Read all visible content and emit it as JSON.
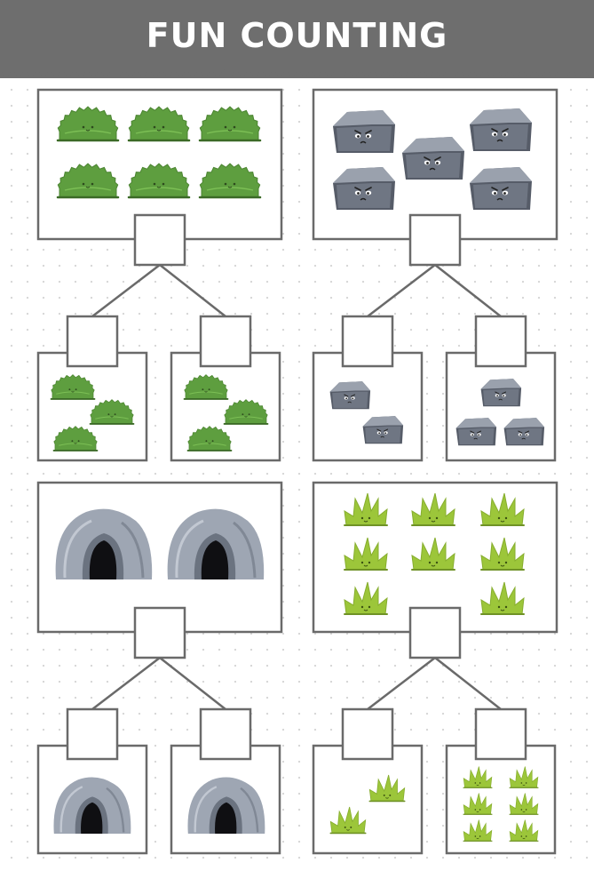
{
  "header": {
    "title": "FUN COUNTING"
  },
  "colors": {
    "banner": "#6e6e6e",
    "box_stroke": "#6a6a6a",
    "bush": "#5e9e3f",
    "rock": "#6f7683",
    "cave": "#9ea6b3",
    "grass": "#9cc63a"
  },
  "puzzles": [
    {
      "name": "bush",
      "icon": "bush-icon",
      "total": 6,
      "parts": [
        3,
        3
      ]
    },
    {
      "name": "rock",
      "icon": "rock-icon",
      "total": 5,
      "parts": [
        2,
        3
      ]
    },
    {
      "name": "cave",
      "icon": "cave-icon",
      "total": 2,
      "parts": [
        1,
        1
      ]
    },
    {
      "name": "grass",
      "icon": "grass-icon",
      "total": 8,
      "parts": [
        2,
        6
      ]
    }
  ]
}
